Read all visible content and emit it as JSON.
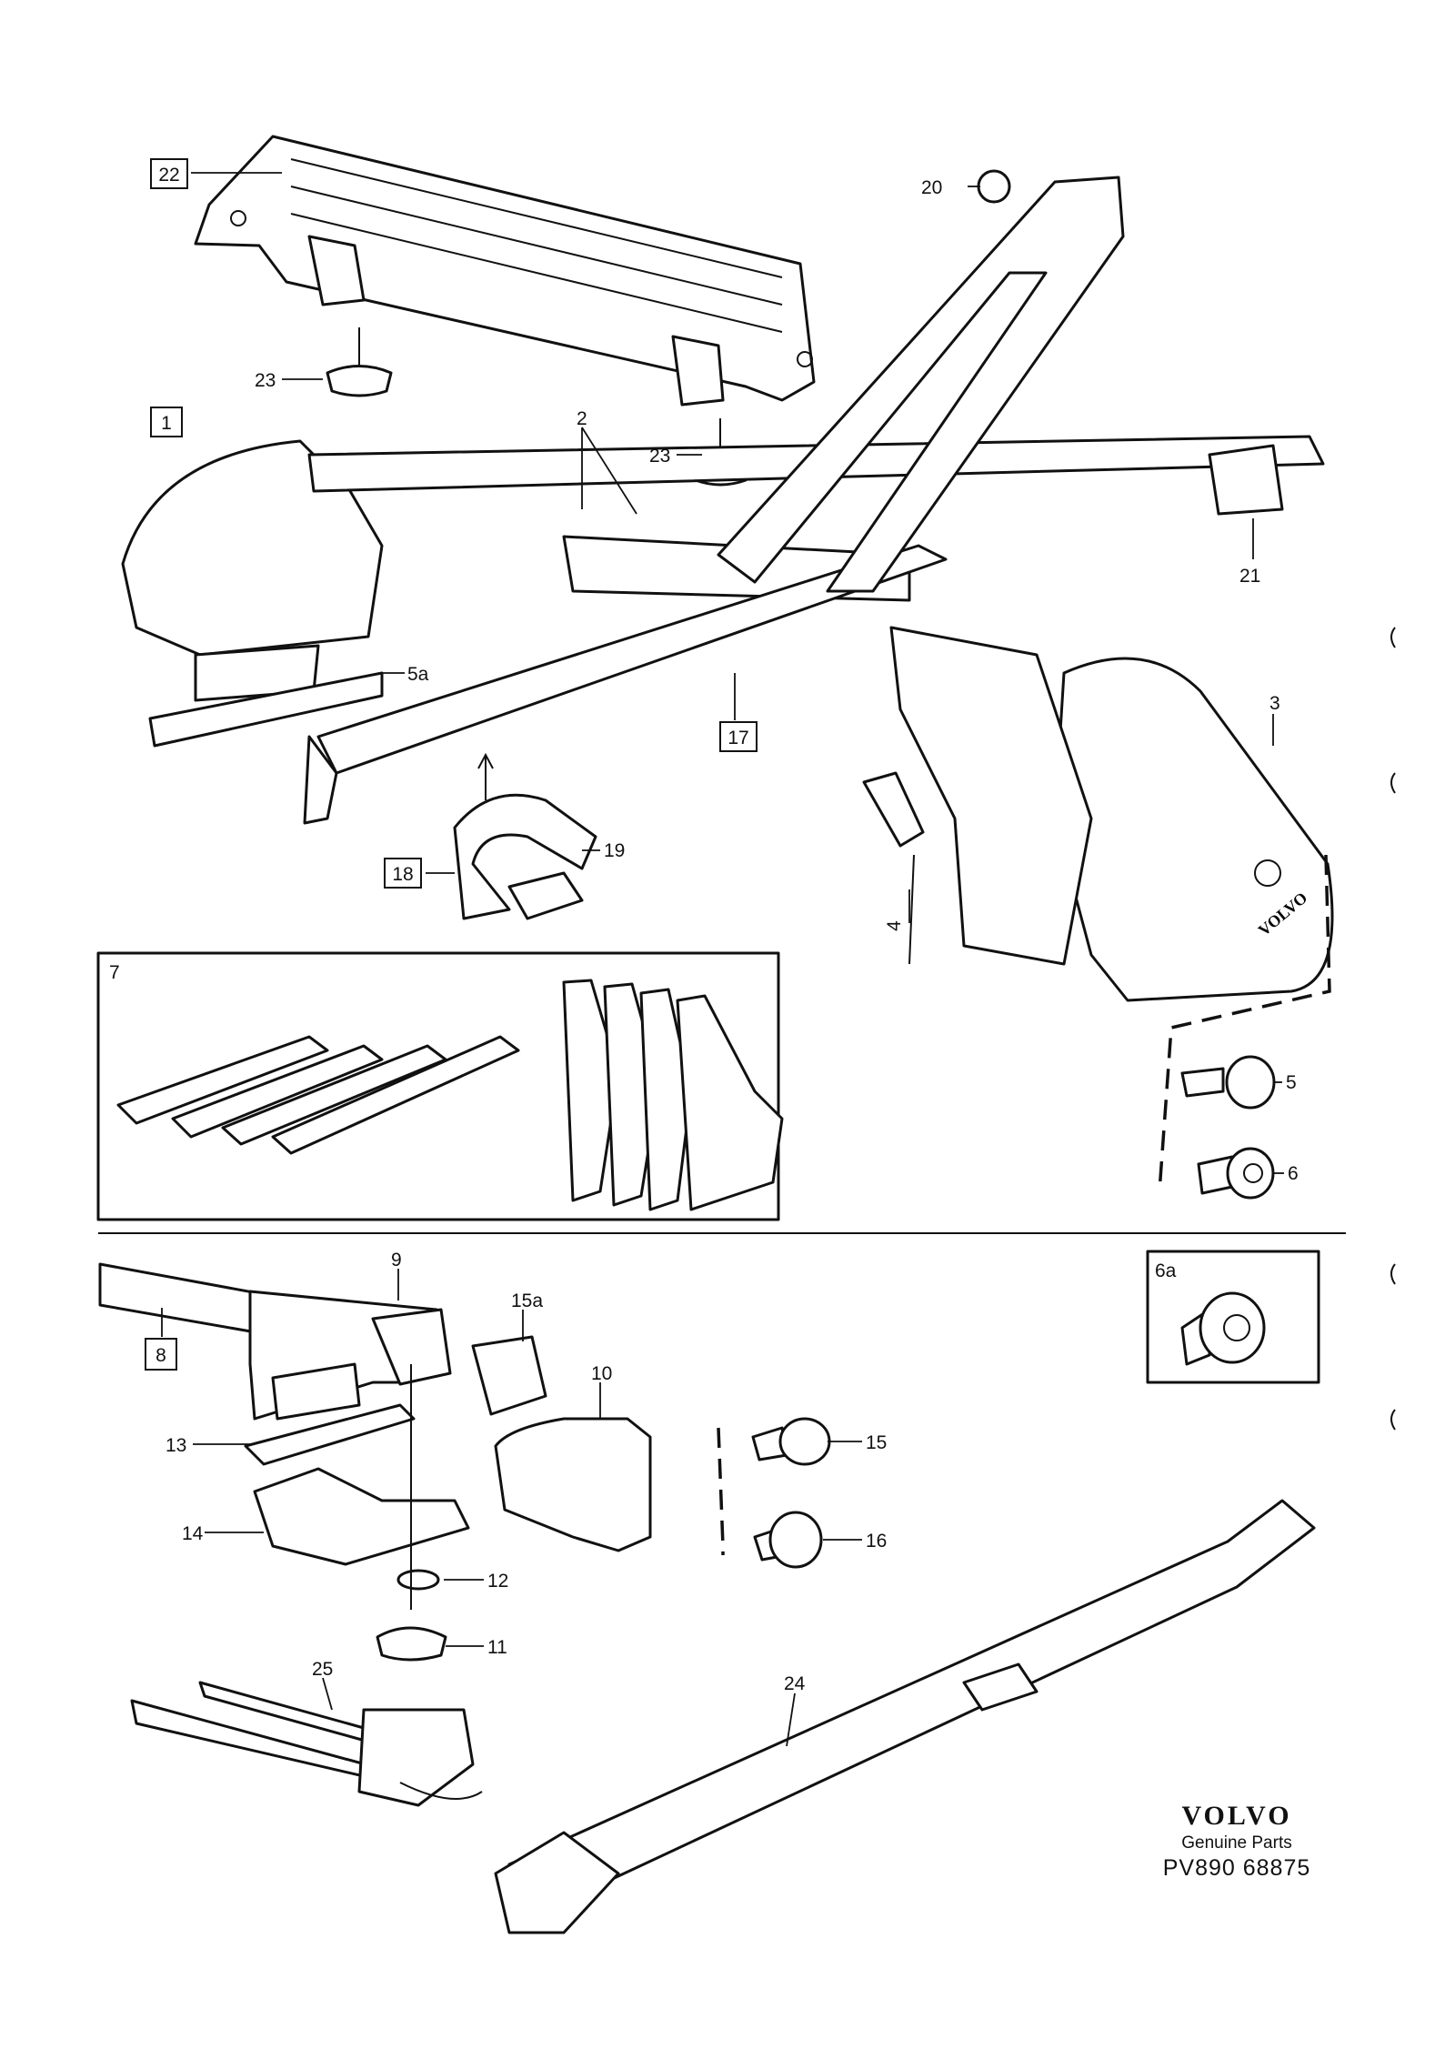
{
  "labels": {
    "p1": "1",
    "p2": "2",
    "p3": "3",
    "p4": "4",
    "p5": "5",
    "p5a": "5a",
    "p6": "6",
    "p6a": "6a",
    "p7": "7",
    "p8": "8",
    "p9": "9",
    "p10": "10",
    "p11": "11",
    "p12": "12",
    "p13": "13",
    "p14": "14",
    "p15": "15",
    "p15a": "15a",
    "p16": "16",
    "p17": "17",
    "p18": "18",
    "p19": "19",
    "p20": "20",
    "p21": "21",
    "p22": "22",
    "p23a": "23",
    "p23b": "23",
    "p24": "24",
    "p25": "25"
  },
  "brand": {
    "logo": "VOLVO",
    "tagline": "Genuine Parts",
    "code": "PV890 68875",
    "foot_logo": "VOLVO"
  }
}
